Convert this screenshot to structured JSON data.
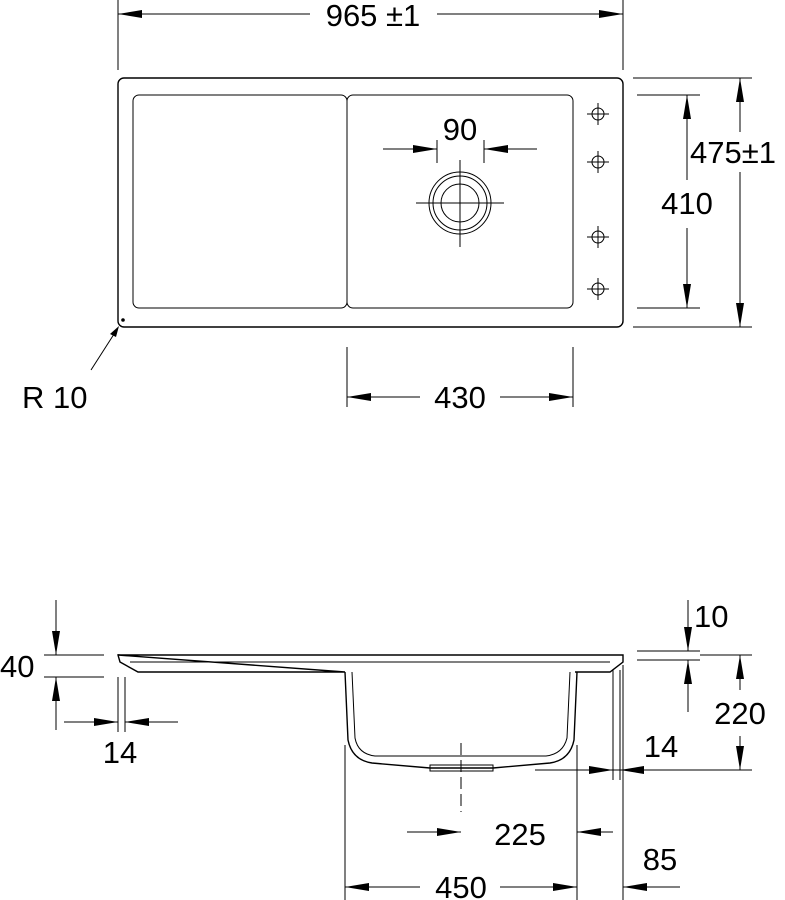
{
  "top_view": {
    "overall_width_label": "965 ±1",
    "overall_depth_label": "475±1",
    "bowl_depth_label": "410",
    "bowl_width_label": "430",
    "drain_diameter_label": "90",
    "corner_radius_label": "R 10",
    "tap_hole_icon": "tap-hole-crosshair-icon",
    "drain_icon": "drain-circle-icon"
  },
  "section_view": {
    "total_height_label": "40",
    "rim_thickness_label": "10",
    "bowl_height_label": "220",
    "left_edge_label": "14",
    "right_edge_label": "14",
    "drain_offset_label": "225",
    "bowl_width_label": "450",
    "edge_offset_label": "85"
  }
}
